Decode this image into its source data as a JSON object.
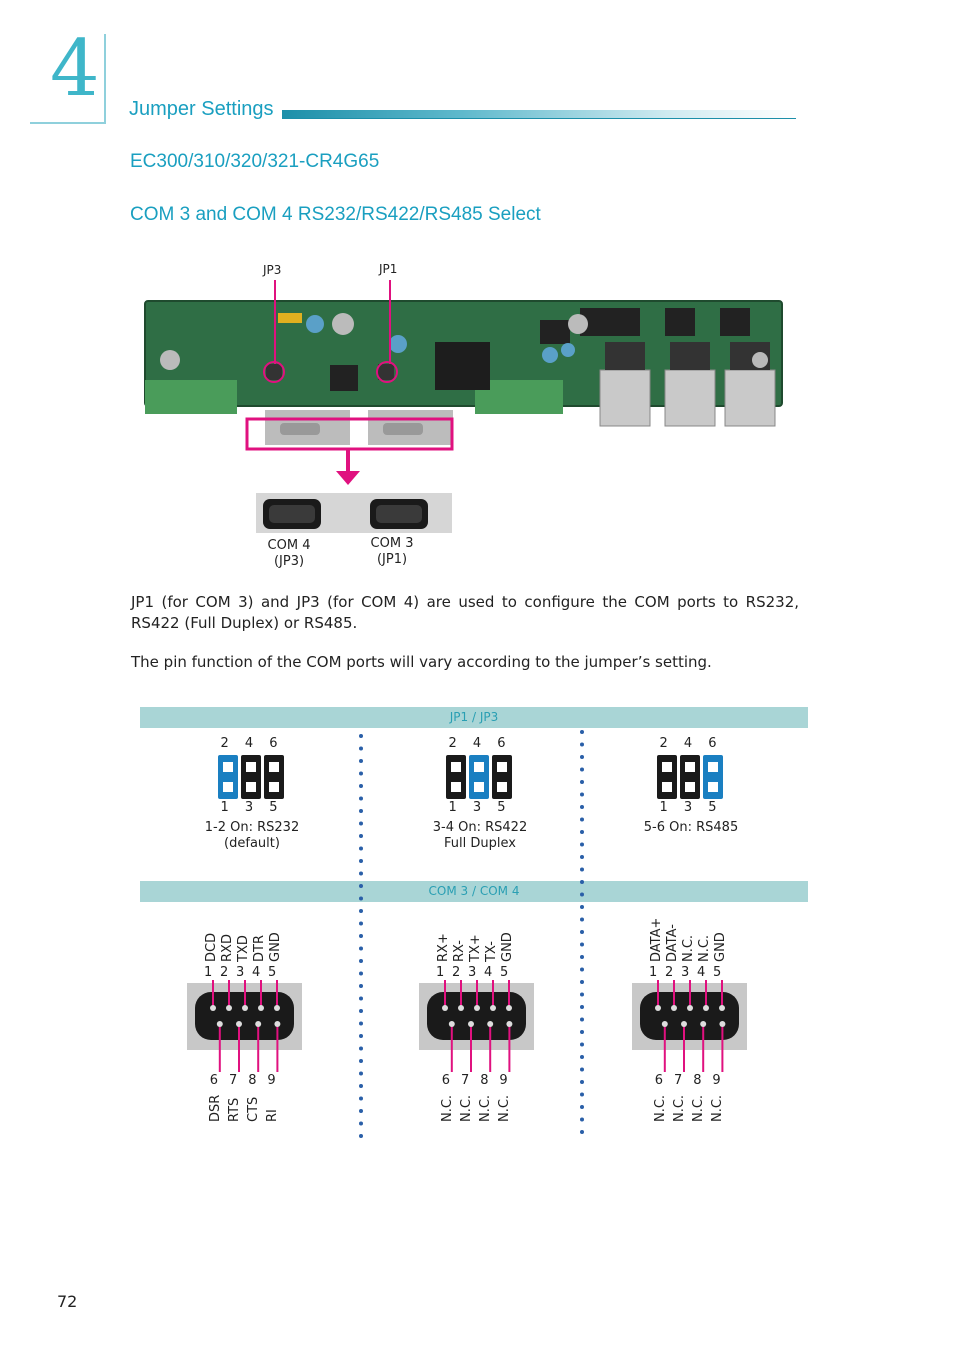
{
  "chapter": {
    "number": "4",
    "section_title": "Jumper Settings"
  },
  "model_title": "EC300/310/320/321-CR4G65",
  "subtitle": "COM 3 and COM 4 RS232/RS422/RS485 Select",
  "board": {
    "jp3_label": "JP3",
    "jp1_label": "JP1",
    "com4_label": "COM 4",
    "com4_sub": "(JP3)",
    "com3_label": "COM 3",
    "com3_sub": "(JP1)"
  },
  "paragraphs": [
    "JP1 (for COM 3) and JP3 (for COM 4) are used to configure the COM ports to RS232, RS422 (Full Duplex) or RS485.",
    "The pin function of the COM ports will vary according to the jumper’s setting."
  ],
  "jumper_band": "JP1 / JP3",
  "com_band": "COM 3 / COM 4",
  "jumpers": [
    {
      "top": "2 4 6",
      "bottom": "1 3 5",
      "caption": "1-2 On: RS232",
      "caption2": "(default)",
      "on": 0
    },
    {
      "top": "2 4 6",
      "bottom": "1 3 5",
      "caption": "3-4 On: RS422",
      "caption2": "Full Duplex",
      "on": 1
    },
    {
      "top": "2 4 6",
      "bottom": "1 3 5",
      "caption": "5-6 On: RS485",
      "caption2": "",
      "on": 2
    }
  ],
  "connectors": [
    {
      "top_signals": [
        "DCD",
        "RXD",
        "TXD",
        "DTR",
        "GND"
      ],
      "top_nums": [
        "1",
        "2",
        "3",
        "4",
        "5"
      ],
      "bottom_nums": [
        "6",
        "7",
        "8",
        "9"
      ],
      "bottom_signals": [
        "DSR",
        "RTS",
        "CTS",
        "RI"
      ]
    },
    {
      "top_signals": [
        "RX+",
        "RX-",
        "TX+",
        "TX-",
        "GND"
      ],
      "top_nums": [
        "1",
        "2",
        "3",
        "4",
        "5"
      ],
      "bottom_nums": [
        "6",
        "7",
        "8",
        "9"
      ],
      "bottom_signals": [
        "N.C.",
        "N.C.",
        "N.C.",
        "N.C."
      ]
    },
    {
      "top_signals": [
        "DATA+",
        "DATA-",
        "N.C.",
        "N.C.",
        "GND"
      ],
      "top_nums": [
        "1",
        "2",
        "3",
        "4",
        "5"
      ],
      "bottom_nums": [
        "6",
        "7",
        "8",
        "9"
      ],
      "bottom_signals": [
        "N.C.",
        "N.C.",
        "N.C.",
        "N.C."
      ]
    }
  ],
  "colors": {
    "accent": "#1a9fc0",
    "band": "#a9d5d6",
    "magenta": "#e0117f",
    "jumper_on": "#1a7fc1",
    "dots": "#2a5fa8"
  },
  "page_number": "72"
}
